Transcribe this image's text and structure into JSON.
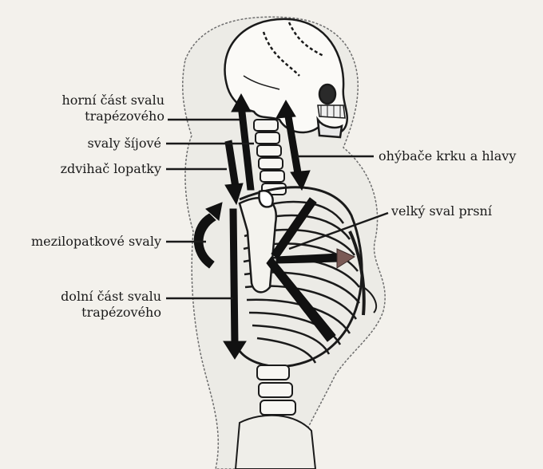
{
  "labels": {
    "upper_trapezius": [
      "horní část svalu",
      "trapézového"
    ],
    "neck_muscles": "svaly šíjové",
    "levator_scapulae": "zdvihač lopatky",
    "rhomboids": "mezilopatkové svaly",
    "lower_trapezius": [
      "dolní část svalu",
      "trapézového"
    ],
    "neck_flexors": "ohýbače krku a hlavy",
    "pectoralis_major": "velký sval prsní"
  },
  "colors": {
    "ink": "#1a1a1a",
    "paper": "#f3f1ec",
    "accent_arrow": "#7a5a55"
  }
}
